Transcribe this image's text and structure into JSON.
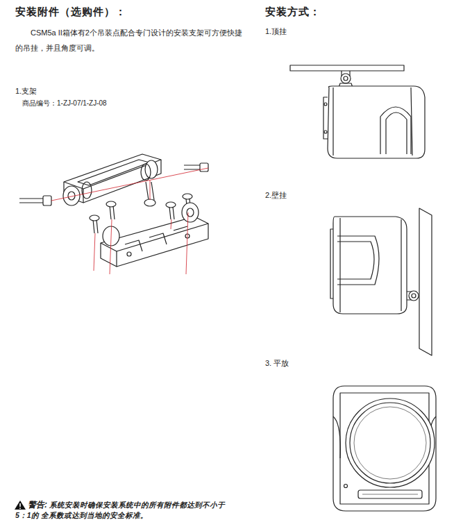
{
  "diagram": {
    "title": "安装附件（选购件）：",
    "labels": [
      "CSM5a II箱体有2个吊装点配合专门设计的安装支架可方便快捷的吊挂，并且角度可调。",
      "1.支架",
      "商品编号：1-ZJ-07/1-ZJ-08",
      "警告:",
      "系统安装时确保安装系统中的所有附件都达到不小于5：1的 全系数或达到当地的安全标准。",
      "安装方式：",
      "1.顶挂",
      "2.壁挂",
      "3. 平放"
    ]
  }
}
